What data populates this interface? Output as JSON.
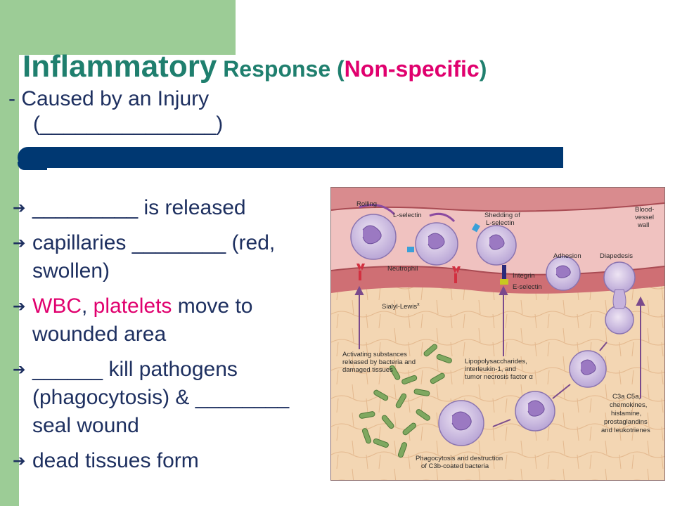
{
  "slide": {
    "title": {
      "main": "Inflammatory",
      "rest_pre": " Response (",
      "accent": "Non-specific",
      "rest_post": ")"
    },
    "subtitle": {
      "line1": "- Caused by an Injury",
      "line2": "(_______________)"
    },
    "bullets": [
      {
        "text": "_________ is released"
      },
      {
        "text": "capillaries ________ (red, swollen)"
      },
      {
        "pink1": "WBC",
        "sep": ", ",
        "pink2": "platelets",
        "rest": " move to wounded area"
      },
      {
        "text": "______ kill pathogens (phagocytosis) & ________ seal wound"
      },
      {
        "text": "dead tissues form"
      }
    ],
    "colors": {
      "green_band": "#9ccc96",
      "title": "#1f7f6e",
      "accent": "#e0006e",
      "body_text": "#1e3060",
      "bar": "#003872"
    }
  },
  "figure": {
    "labels": {
      "rolling": "Rolling",
      "l_selectin": "L-selectin",
      "shedding1": "Shedding of",
      "shedding2": "L-selectin",
      "blood1": "Blood-",
      "blood2": "vessel",
      "blood3": "wall",
      "adhesion": "Adhesion",
      "diapedesis": "Diapedesis",
      "neutrophil": "Neutrophil",
      "integrin": "Integrin",
      "e_selectin": "E-selectin",
      "sialyl": "Sialyl-Lewis",
      "sialyl_sup": "x",
      "activating1": "Activating substances",
      "activating2": "released by bacteria and",
      "activating3": "damaged tissues",
      "lipo1": "Lipopolysaccharides,",
      "lipo2": "interleukin-1, and",
      "lipo3": "tumor necrosis factor α",
      "c3a1": "C3a  C5a,",
      "c3a2": "chemokines,",
      "c3a3": "histamine,",
      "c3a4": "prostaglandins",
      "c3a5": "and leukotrienes",
      "phago1": "Phagocytosis and destruction",
      "phago2": "of C3b-coated bacteria"
    }
  }
}
